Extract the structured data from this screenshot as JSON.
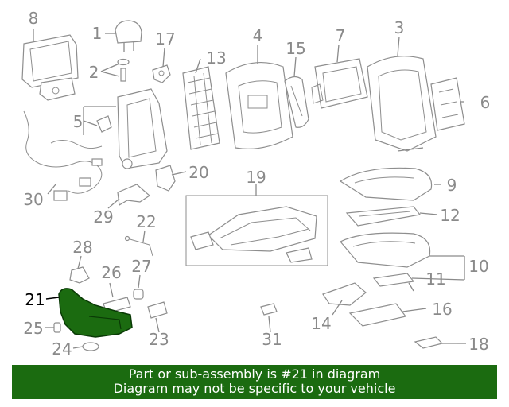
{
  "diagram": {
    "callouts": [
      "1",
      "2",
      "3",
      "4",
      "5",
      "6",
      "7",
      "8",
      "9",
      "10",
      "11",
      "12",
      "13",
      "14",
      "15",
      "16",
      "17",
      "18",
      "19",
      "20",
      "21",
      "22",
      "23",
      "24",
      "25",
      "26",
      "27",
      "28",
      "29",
      "30",
      "31"
    ],
    "highlighted_part": "21"
  },
  "colors": {
    "line_art": "#8e8e8e",
    "highlight_fill": "#1b6b10",
    "caption_background": "#1b6b10",
    "caption_text": "#ffffff"
  },
  "caption": {
    "line1": "Part or sub-assembly is #21 in diagram",
    "line2": "Diagram may not be specific to your vehicle"
  }
}
